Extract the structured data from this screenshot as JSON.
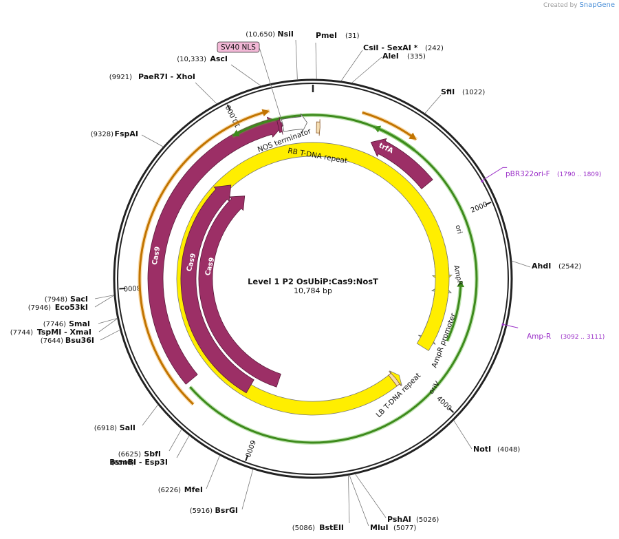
{
  "watermark": {
    "prefix": "Created by",
    "brand": "SnapGene"
  },
  "plasmid": {
    "name": "Level 1 P2 OsUbiP:Cas9:NosT",
    "length_label": "10,784 bp",
    "length": 10784
  },
  "ticks": [
    "2000",
    "4000",
    "6000",
    "8000",
    "10,000"
  ],
  "enzymes": [
    {
      "name": "PmeI",
      "pos": "(31)"
    },
    {
      "name": "CsiI  - SexAI *",
      "pos": "(242)"
    },
    {
      "name": "AleI",
      "pos": "(335)"
    },
    {
      "name": "SfiI",
      "pos": "(1022)"
    },
    {
      "name": "AhdI",
      "pos": "(2542)"
    },
    {
      "name": "NotI",
      "pos": "(4048)"
    },
    {
      "name": "PshAI",
      "pos": "(5026)"
    },
    {
      "name": "MluI",
      "pos": "(5077)"
    },
    {
      "name": "BstEII",
      "pos": "(5086)"
    },
    {
      "name": "BsrGI",
      "pos": "(5916)"
    },
    {
      "name": "MfeI",
      "pos": "(6226)"
    },
    {
      "name": "BsmBI   - Esp3I",
      "pos": "(6540)"
    },
    {
      "name": "SbfI",
      "pos": "(6625)"
    },
    {
      "name": "SalI",
      "pos": "(6918)"
    },
    {
      "name": "Bsu36I",
      "pos": "(7644)"
    },
    {
      "name": "TspMI   - XmaI",
      "pos": "(7744)"
    },
    {
      "name": "SmaI",
      "pos": "(7746)"
    },
    {
      "name": "Eco53kI",
      "pos": "(7946)"
    },
    {
      "name": "SacI",
      "pos": "(7948)"
    },
    {
      "name": "FspAI",
      "pos": "(9328)"
    },
    {
      "name": "PaeR7I   - XhoI",
      "pos": "(9921)"
    },
    {
      "name": "AscI",
      "pos": "(10,333)"
    },
    {
      "name": "NsiI",
      "pos": "(10,650)"
    }
  ],
  "primers": [
    {
      "name": "pBR322ori-F",
      "range": "(1790 .. 1809)"
    },
    {
      "name": "Amp-R",
      "range": "(3092 .. 3111)"
    }
  ],
  "features": [
    {
      "name": "trfA"
    },
    {
      "name": "ori"
    },
    {
      "name": "AmpR"
    },
    {
      "name": "AmpR promoter"
    },
    {
      "name": "oriV"
    },
    {
      "name": "LB T-DNA repeat"
    },
    {
      "name": "Cas9"
    },
    {
      "name": "Cas9"
    },
    {
      "name": "Cas9"
    },
    {
      "name": "NOS terminator"
    },
    {
      "name": "RB T-DNA repeat"
    },
    {
      "name": "SV40 NLS"
    }
  ],
  "colors": {
    "backbone": "#222222",
    "cds_purple": "#9c2f66",
    "ori_yellow": "#ffee00",
    "ampr_green": "#c8f5c0",
    "orf_green": "#55b82d",
    "orf_orange": "#f0a020",
    "primer_purple": "#9b30c8",
    "sv40_box": "#f2b8d6"
  }
}
